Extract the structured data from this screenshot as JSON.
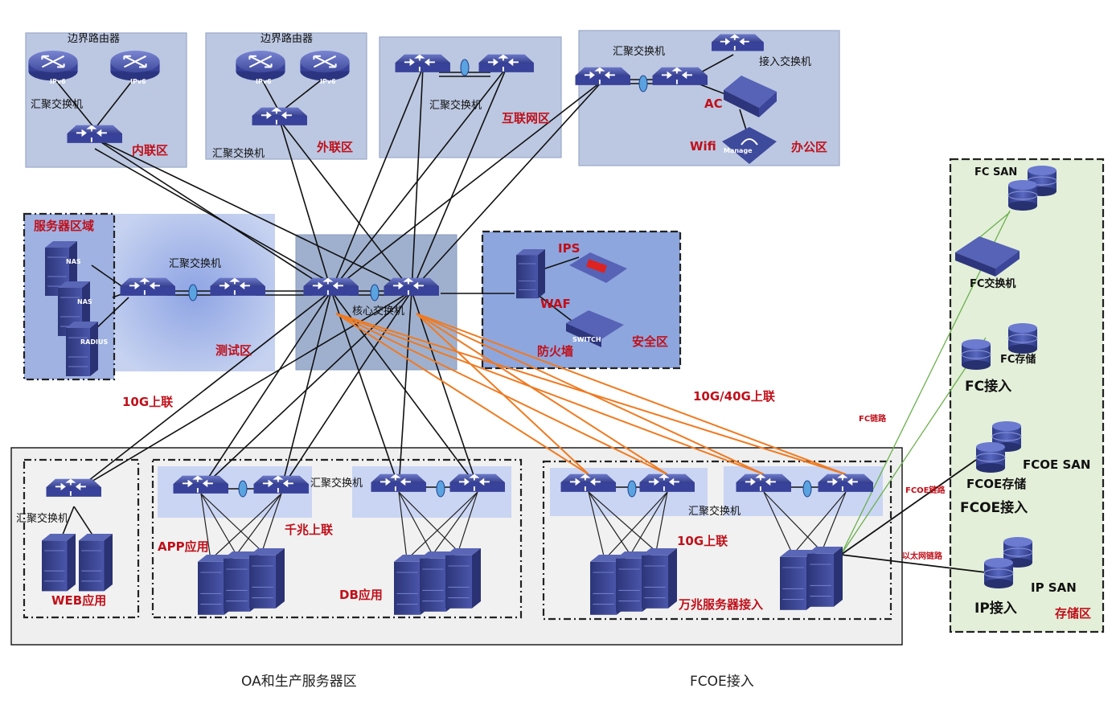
{
  "zones": {
    "neilian": {
      "router_group_label": "边界路由器",
      "router_tag": "IPv6",
      "agg_label": "汇聚交换机",
      "name": "内联区"
    },
    "wailian": {
      "router_group_label": "边界路由器",
      "router_tag": "IPv6",
      "agg_label": "汇聚交换机",
      "name": "外联区"
    },
    "hulianwang": {
      "agg_label": "汇聚交换机",
      "name": "互联网区"
    },
    "bangong": {
      "agg_label": "汇聚交换机",
      "access_label": "接入交换机",
      "ac_label": "AC",
      "wifi_label": "Wifi",
      "manage_tag": "Manage",
      "name": "办公区"
    },
    "server_area": {
      "name": "服务器区域",
      "nas_tag": "NAS",
      "radius_tag": "RADIUS"
    },
    "ceshi": {
      "agg_label": "汇聚交换机",
      "name": "测试区"
    },
    "core": {
      "label": "核心交换机"
    },
    "anquan": {
      "ips_label": "IPS",
      "waf_label": "WAF",
      "firewall_label": "防火墙",
      "switch_tag": "SWITCH",
      "name": "安全区"
    },
    "storage": {
      "fc_san": "FC SAN",
      "fc_switch": "FC交换机",
      "fc_storage": "FC存储",
      "fc_access": "FC接入",
      "fcoe_san": "FCOE SAN",
      "fcoe_storage": "FCOE存储",
      "fcoe_access": "FCOE接入",
      "ip_san": "IP SAN",
      "ip_access": "IP接入",
      "name": "存储区"
    },
    "bottom": {
      "web_agg_label": "汇聚交换机",
      "web_name": "WEB应用",
      "app_agg_label": "汇聚交换机",
      "app_name": "APP应用",
      "gigabit_uplink": "千兆上联",
      "db_name": "DB应用",
      "tengig_agg_label": "汇聚交换机",
      "tengig_uplink": "10G上联",
      "tengig_server_access": "万兆服务器接入",
      "oa_caption": "OA和生产服务器区",
      "fcoe_caption": "FCOE接入"
    }
  },
  "links": {
    "uplink_10g": "10G上联",
    "uplink_10g_40g": "10G/40G上联",
    "fc_link": "FC链路",
    "fcoe_link": "FCOE链路",
    "ethernet_link": "以太网链路"
  },
  "colors": {
    "zone_fill": "#bcc8e2",
    "zone_fill_dark": "#8fa6d8",
    "device_blue": "#3e4a9b",
    "orange_link": "#f07a20",
    "green_link": "#6ab04c",
    "storage_fill": "#e3efd9",
    "label_red": "#c0101a"
  }
}
